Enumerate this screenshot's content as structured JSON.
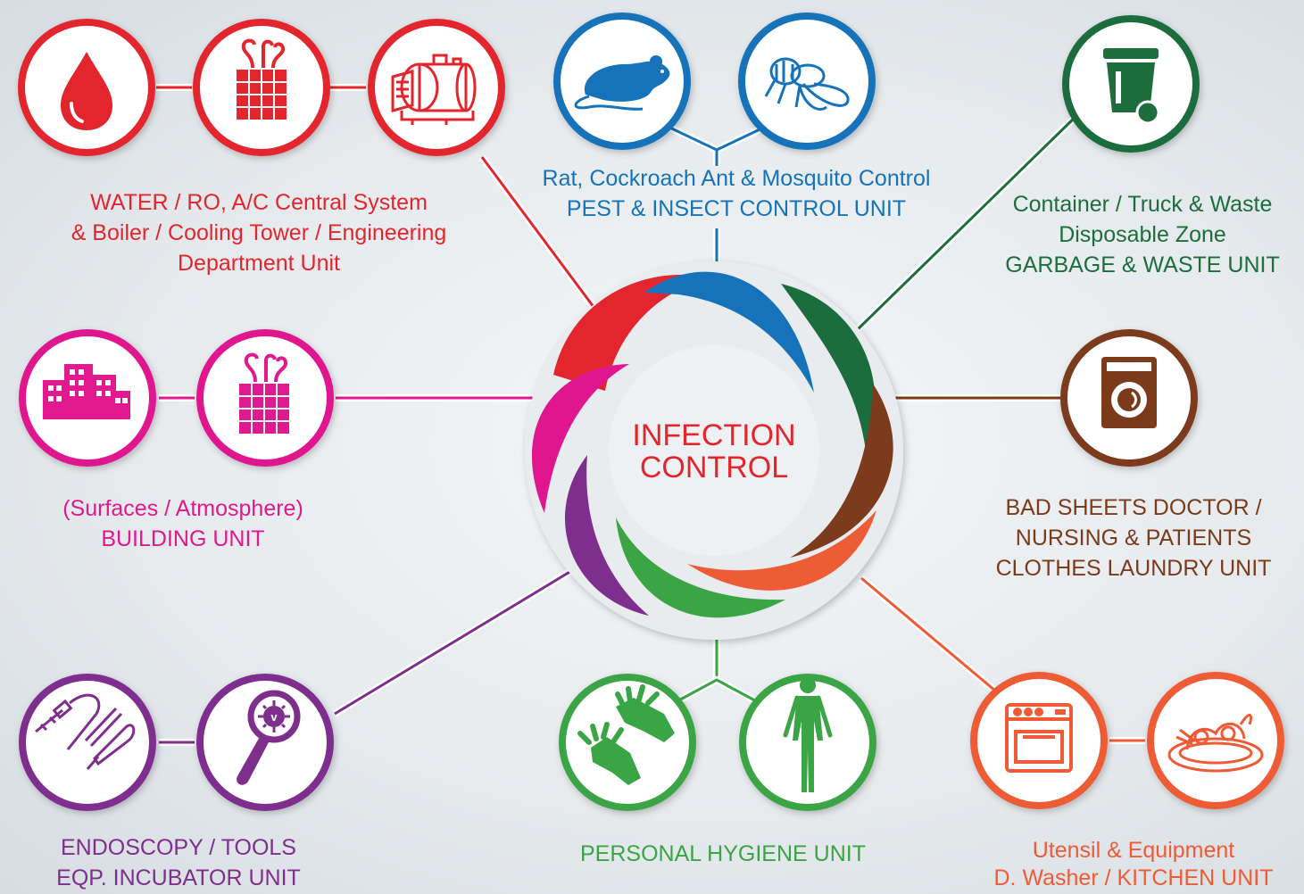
{
  "center": {
    "line1": "INFECTION",
    "line2": "CONTROL",
    "color": "#e3262d"
  },
  "colors": {
    "red": "#e3262d",
    "blue": "#1673b9",
    "green_dark": "#1e6d3d",
    "brown": "#7b3b1a",
    "orange": "#ee5b36",
    "green": "#3aa545",
    "purple": "#7e2f8c",
    "pink": "#e0198e"
  },
  "units": [
    {
      "id": "water",
      "color": "#e3262d",
      "lines": [
        "WATER / RO, A/C Central System",
        "&  Boiler / Cooling Tower / Engineering",
        "Department Unit"
      ],
      "icons": [
        "water-drop-icon",
        "cooling-tower-icon",
        "boiler-icon"
      ]
    },
    {
      "id": "pest",
      "color": "#1673b9",
      "lines": [
        "Rat, Cockroach Ant & Mosquito Control",
        "PEST & INSECT CONTROL UNIT"
      ],
      "icons": [
        "rat-icon",
        "fly-icon"
      ]
    },
    {
      "id": "garbage",
      "color": "#1e6d3d",
      "lines": [
        "Container / Truck & Waste",
        "Disposable Zone",
        "GARBAGE & WASTE UNIT"
      ],
      "icons": [
        "waste-bin-icon"
      ]
    },
    {
      "id": "building",
      "color": "#e0198e",
      "lines": [
        "(Surfaces / Atmosphere)",
        "BUILDING UNIT"
      ],
      "icons": [
        "building-icon",
        "air-vent-icon"
      ]
    },
    {
      "id": "laundry",
      "color": "#7b3b1a",
      "lines": [
        "BAD SHEETS DOCTOR /",
        "NURSING & PATIENTS",
        "CLOTHES LAUNDRY UNIT"
      ],
      "icons": [
        "washing-machine-icon"
      ]
    },
    {
      "id": "endoscopy",
      "color": "#7e2f8c",
      "lines": [
        "ENDOSCOPY / TOOLS",
        "EQP. INCUBATOR UNIT"
      ],
      "icons": [
        "surgical-tools-icon",
        "magnifier-virus-icon"
      ]
    },
    {
      "id": "hygiene",
      "color": "#3aa545",
      "lines": [
        "PERSONAL HYGIENE UNIT"
      ],
      "icons": [
        "gloves-icon",
        "human-body-icon"
      ]
    },
    {
      "id": "kitchen",
      "color": "#ee5b36",
      "lines": [
        "Utensil & Equipment",
        "D. Washer / KITCHEN UNIT"
      ],
      "icons": [
        "oven-icon",
        "food-plate-icon"
      ]
    }
  ]
}
